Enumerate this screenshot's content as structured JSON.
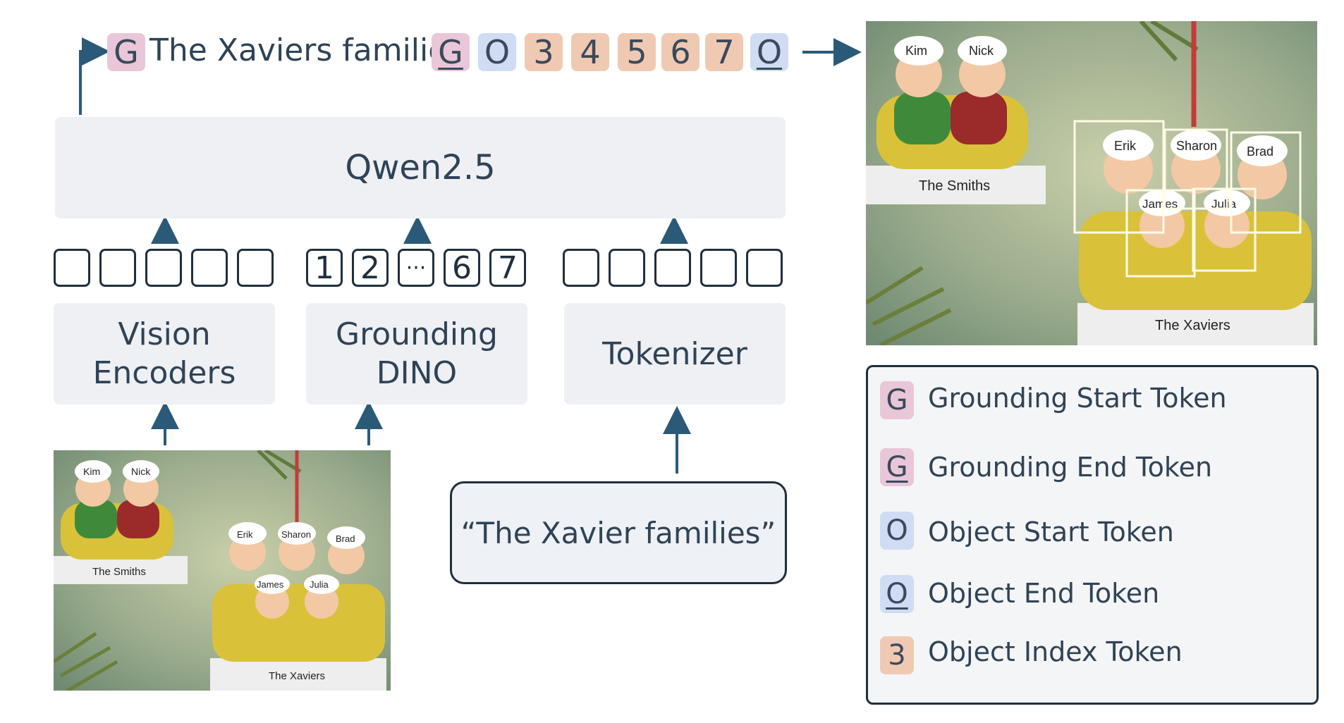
{
  "sequence": {
    "start_token": "G",
    "text": "The Xaviers families",
    "end_token": "G",
    "object_start": "O",
    "indices": [
      "3",
      "4",
      "5",
      "6",
      "7"
    ],
    "object_end": "O"
  },
  "llm": {
    "label": "Qwen2.5"
  },
  "encoders": {
    "vision": "Vision\nEncoders",
    "grounding": "Grounding\nDINO",
    "tokenizer": "Tokenizer"
  },
  "grounding_tokens": [
    "1",
    "2",
    "···",
    "6",
    "7"
  ],
  "prompt": {
    "text": "“The Xavier families”"
  },
  "photo": {
    "names_top": [
      "Kim",
      "Nick"
    ],
    "names_bottom_back": [
      "Erik",
      "Sharon",
      "Brad"
    ],
    "names_bottom_front": [
      "James",
      "Julia"
    ],
    "plaque_left": "The Smiths",
    "plaque_right": "The Xaviers"
  },
  "legend": [
    {
      "token": "G",
      "label": "Grounding Start Token",
      "style": "pink",
      "underline": false
    },
    {
      "token": "G",
      "label": "Grounding End Token",
      "style": "pink",
      "underline": true
    },
    {
      "token": "O",
      "label": "Object Start Token",
      "style": "blue",
      "underline": false
    },
    {
      "token": "O",
      "label": "Object End Token",
      "style": "blue",
      "underline": true
    },
    {
      "token": "3",
      "label": "Object Index Token",
      "style": "peach",
      "underline": false
    }
  ],
  "colors": {
    "arrow": "#2b5a78",
    "pink": "#e9c6d8",
    "blue": "#cfdcf3",
    "peach": "#f0c9b2",
    "panel": "#eef0f4"
  }
}
